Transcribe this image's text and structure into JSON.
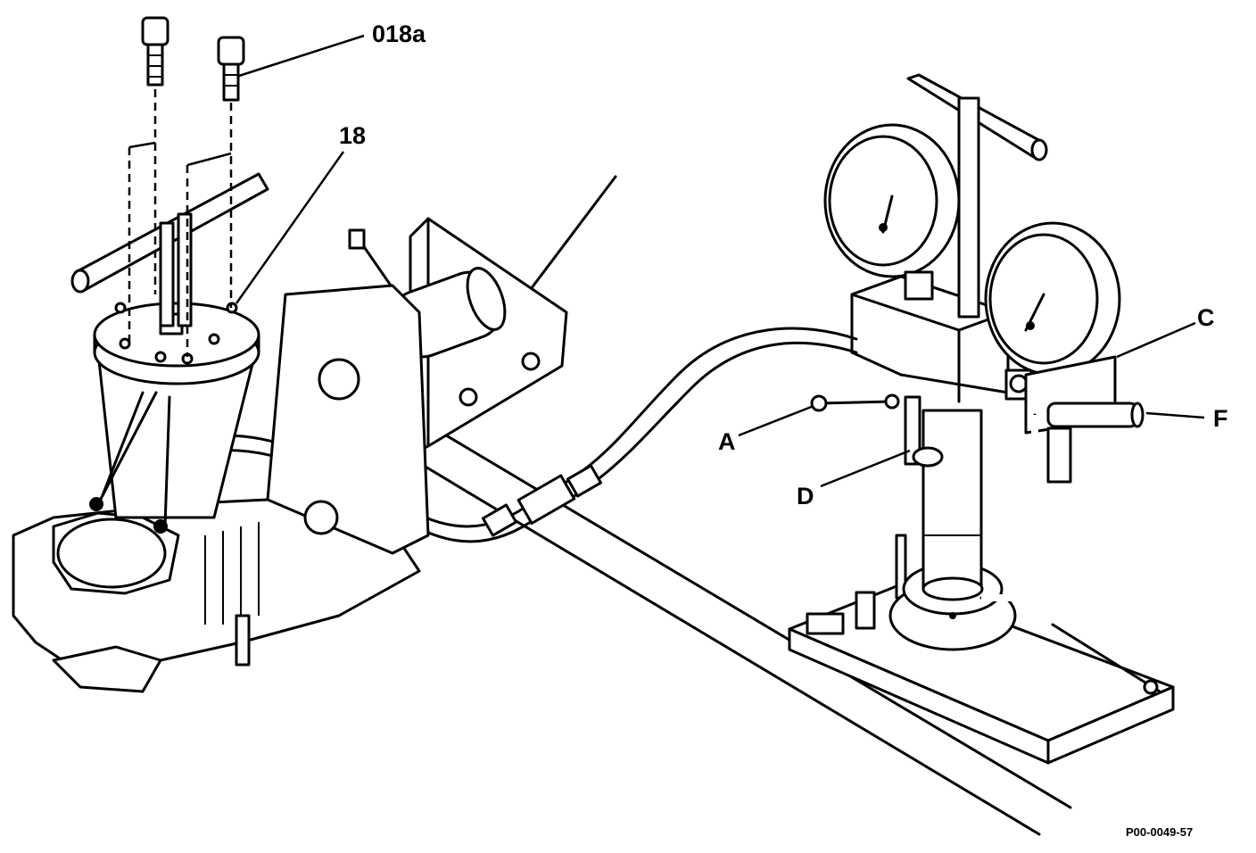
{
  "labels": {
    "part_018a": "018a",
    "part_18": "18",
    "label_a": "A",
    "label_c": "C",
    "label_d": "D",
    "label_f": "F",
    "figure_code": "P00-0049-57"
  },
  "colors": {
    "ink": "#000000",
    "paper": "#ffffff"
  }
}
